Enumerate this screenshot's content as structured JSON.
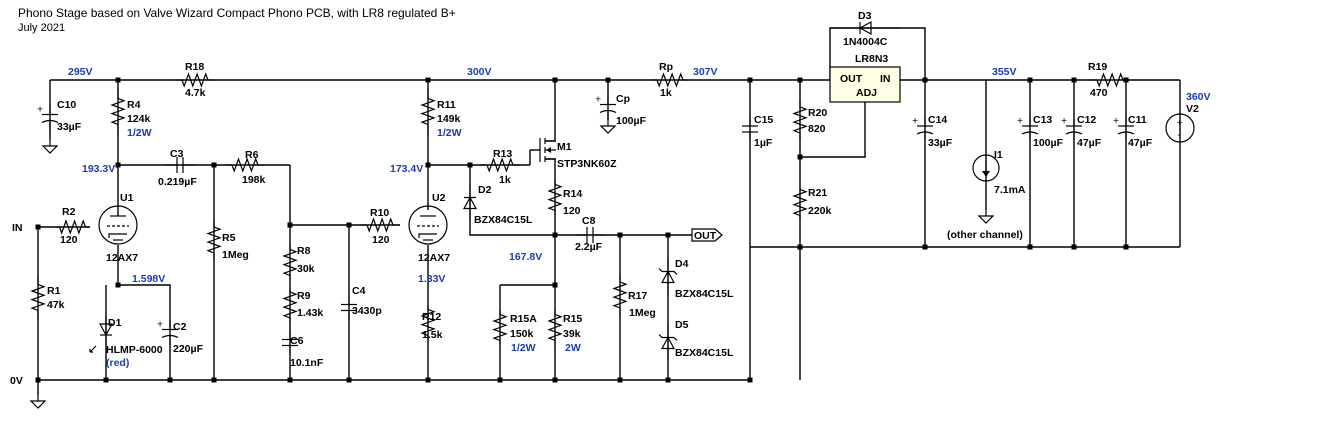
{
  "title": "Phono Stage based on Valve Wizard Compact Phono PCB, with LR8 regulated B+",
  "date": "July 2021",
  "nets": {
    "n295": "295V",
    "n300": "300V",
    "n307": "307V",
    "n355": "355V",
    "n360": "360V",
    "n193": "193.3V",
    "n173": "173.4V",
    "n167": "167.8V",
    "n1598": "1.598V",
    "n133": "1.33V",
    "in": "IN",
    "out": "OUT",
    "gnd": "0V"
  },
  "parts": {
    "R1": {
      "ref": "R1",
      "val": "47k"
    },
    "R2": {
      "ref": "R2",
      "val": "120"
    },
    "R4": {
      "ref": "R4",
      "val": "124k",
      "note": "1/2W"
    },
    "R5": {
      "ref": "R5",
      "val": "1Meg"
    },
    "R6": {
      "ref": "R6",
      "val": "198k"
    },
    "R8": {
      "ref": "R8",
      "val": "30k"
    },
    "R9": {
      "ref": "R9",
      "val": "1.43k"
    },
    "R10": {
      "ref": "R10",
      "val": "120"
    },
    "R11": {
      "ref": "R11",
      "val": "149k",
      "note": "1/2W"
    },
    "R12": {
      "ref": "R12",
      "val": "1.5k"
    },
    "R13": {
      "ref": "R13",
      "val": "1k"
    },
    "R14": {
      "ref": "R14",
      "val": "120"
    },
    "R15": {
      "ref": "R15",
      "val": "39k",
      "note": "2W"
    },
    "R15A": {
      "ref": "R15A",
      "val": "150k",
      "note": "1/2W"
    },
    "R17": {
      "ref": "R17",
      "val": "1Meg"
    },
    "R18": {
      "ref": "R18",
      "val": "4.7k"
    },
    "R19": {
      "ref": "R19",
      "val": "470"
    },
    "R20": {
      "ref": "R20",
      "val": "820"
    },
    "R21": {
      "ref": "R21",
      "val": "220k"
    },
    "Rp": {
      "ref": "Rp",
      "val": "1k"
    },
    "C2": {
      "ref": "C2",
      "val": "220µF"
    },
    "C3": {
      "ref": "C3",
      "val": "0.219µF"
    },
    "C4": {
      "ref": "C4",
      "val": "3430p"
    },
    "C6": {
      "ref": "C6",
      "val": "10.1nF"
    },
    "C8": {
      "ref": "C8",
      "val": "2.2µF"
    },
    "C10": {
      "ref": "C10",
      "val": "33µF"
    },
    "C11": {
      "ref": "C11",
      "val": "47µF"
    },
    "C12": {
      "ref": "C12",
      "val": "47µF"
    },
    "C13": {
      "ref": "C13",
      "val": "100µF"
    },
    "C14": {
      "ref": "C14",
      "val": "33µF"
    },
    "C15": {
      "ref": "C15",
      "val": "1µF"
    },
    "Cp": {
      "ref": "Cp",
      "val": "100µF"
    },
    "U1": {
      "ref": "U1",
      "val": "12AX7"
    },
    "U2": {
      "ref": "U2",
      "val": "12AX7"
    },
    "D1": {
      "ref": "D1",
      "val": "HLMP-6000",
      "note": "(red)"
    },
    "D2": {
      "ref": "D2",
      "val": "BZX84C15L"
    },
    "D3": {
      "ref": "D3",
      "val": "1N4004C"
    },
    "D4": {
      "ref": "D4",
      "val": "BZX84C15L"
    },
    "D5": {
      "ref": "D5",
      "val": "BZX84C15L"
    },
    "M1": {
      "ref": "M1",
      "val": "STP3NK60Z"
    },
    "I1": {
      "ref": "I1",
      "val": "7.1mA"
    },
    "V2": {
      "ref": "V2"
    },
    "LR8": {
      "ref": "LR8N3",
      "out": "OUT",
      "in": "IN",
      "adj": "ADJ"
    }
  },
  "other_channel": "(other channel)"
}
